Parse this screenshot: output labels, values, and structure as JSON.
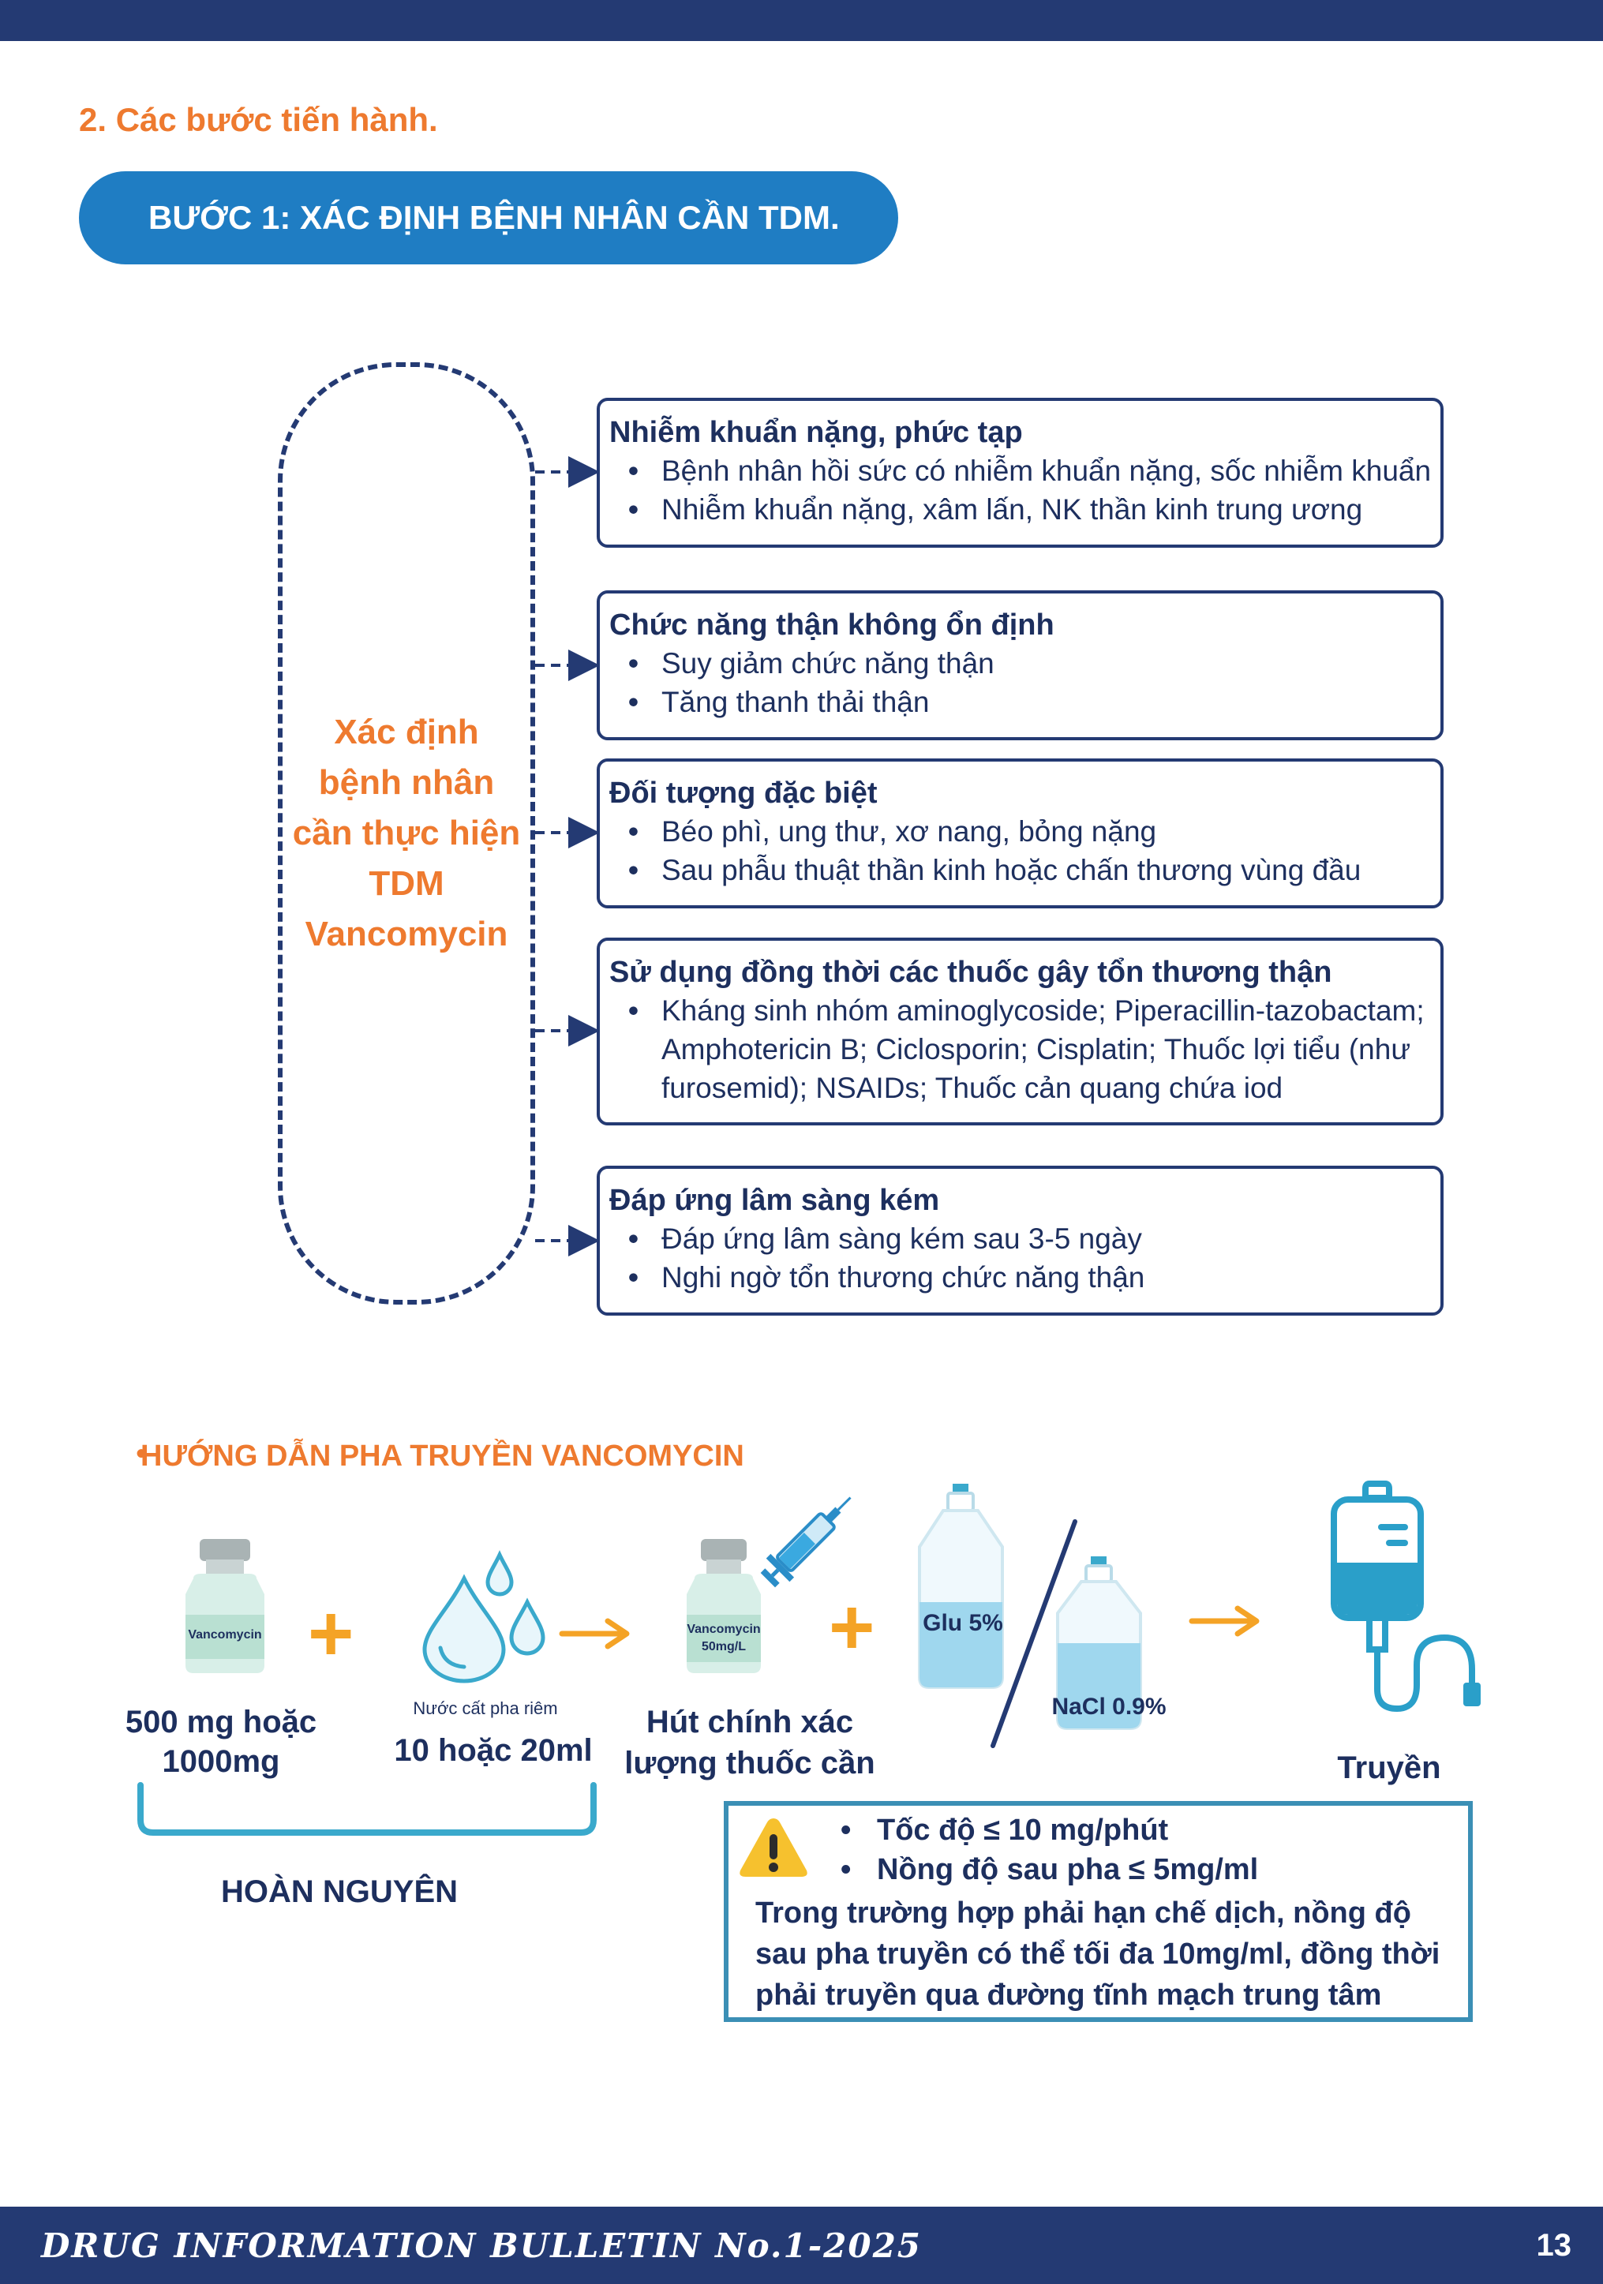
{
  "section_heading": "2. Các bước tiến hành.",
  "step1_label": "BƯỚC 1: XÁC ĐỊNH BỆNH NHÂN CẦN TDM.",
  "center_box_lines": [
    "Xác định",
    "bệnh nhân",
    "cần thực hiện",
    "TDM",
    "Vancomycin"
  ],
  "criteria": [
    {
      "title": "Nhiễm khuẩn nặng, phức tạp",
      "items": [
        "Bệnh nhân hồi sức có nhiễm khuẩn nặng, sốc nhiễm khuẩn",
        "Nhiễm khuẩn nặng, xâm lấn, NK thần kinh trung ương"
      ]
    },
    {
      "title": "Chức năng thận không ổn định",
      "items": [
        "Suy giảm chức năng thận",
        "Tăng thanh thải thận"
      ]
    },
    {
      "title": "Đối tượng đặc biệt",
      "items": [
        "Béo phì, ung thư, xơ nang, bỏng nặng",
        "Sau phẫu thuật thần kinh hoặc chấn thương vùng đầu"
      ]
    },
    {
      "title": "Sử dụng đồng thời các thuốc gây tổn thương thận",
      "items": [
        "Kháng sinh nhóm aminoglycoside; Piperacillin-tazobactam; Amphotericin B; Ciclosporin; Cisplatin; Thuốc lợi tiểu (như furosemid); NSAIDs; Thuốc cản quang chứa iod"
      ]
    },
    {
      "title": "Đáp ứng lâm sàng kém",
      "items": [
        "Đáp ứng lâm sàng kém sau 3-5 ngày",
        "Nghi ngờ tổn thương chức năng thận"
      ]
    }
  ],
  "guide": {
    "heading": "HƯỚNG DẪN PHA TRUYỀN VANCOMYCIN",
    "vial1_label": "Vancomycin",
    "dose_line1": "500 mg hoặc",
    "dose_line2": "1000mg",
    "water_small": "Nước cất  pha riêm",
    "water_volume": "10 hoặc 20ml",
    "vial2_label_1": "Vancomycin",
    "vial2_label_2": "50mg/L",
    "draw_line1": "Hút chính xác",
    "draw_line2": "lượng thuốc cần",
    "glu_label": "Glu 5%",
    "nacl_label": "NaCl 0.9%",
    "infuse_label": "Truyền",
    "reconstitute_label": "HOÀN NGUYÊN"
  },
  "warning": {
    "rate": "Tốc độ  ≤ 10 mg/phút",
    "concentration": "Nồng độ sau pha ≤ 5mg/ml",
    "note": "Trong trường hợp phải hạn chế dịch, nồng độ sau pha truyền có thể tối đa 10mg/ml, đồng thời phải truyền qua đường tĩnh mạch trung tâm"
  },
  "footer": {
    "title": "DRUG INFORMATION BULLETIN No.1-2025",
    "page": "13"
  },
  "colors": {
    "navy": "#243a73",
    "orange": "#ee7a2f",
    "blue_pill": "#1f7dc3",
    "teal_border": "#3b8fb5",
    "plus_yellow": "#f4a326"
  }
}
